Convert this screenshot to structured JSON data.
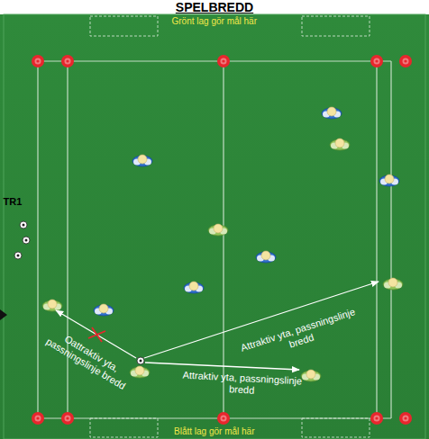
{
  "diagram": {
    "title": "SPELBREDD",
    "labels": [
      "Grönt lag gör mål här",
      "TR1",
      "Oattraktiv yta, passningslinje bredd",
      "Attraktiv yta, passningslinje bredd",
      "Attraktiv yta, passningslinje bredd",
      "Blått lag gör mål här"
    ]
  }
}
